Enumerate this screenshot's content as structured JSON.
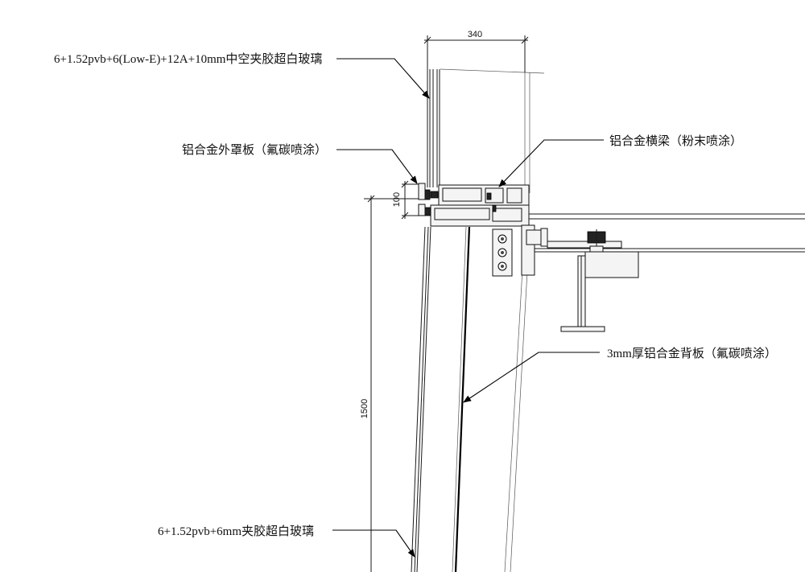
{
  "labels": {
    "glass_top": "6+1.52pvb+6(Low-E)+12A+10mm中空夹胶超白玻璃",
    "cover_plate": "铝合金外罩板（氟碳喷涂）",
    "transom": "铝合金横梁（粉末喷涂）",
    "back_panel": "3mm厚铝合金背板（氟碳喷涂）",
    "glass_bottom": "6+1.52pvb+6mm夹胶超白玻璃"
  },
  "dimensions": {
    "width": "340",
    "profile_height": "100",
    "panel_height": "1500"
  }
}
